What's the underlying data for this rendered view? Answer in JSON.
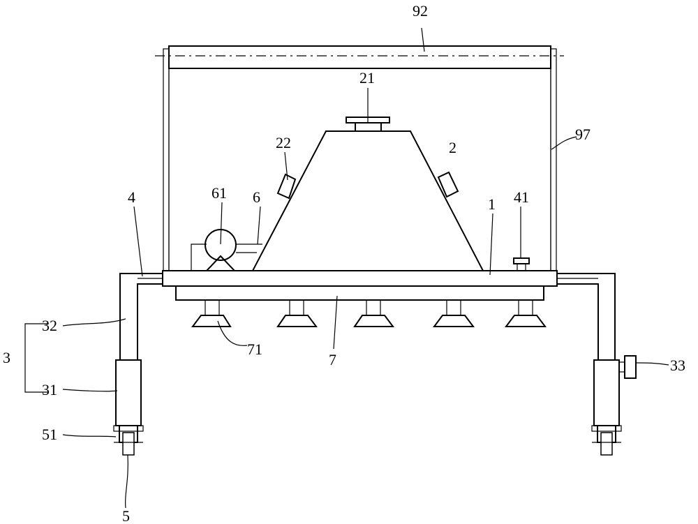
{
  "labels": {
    "n92": "92",
    "n21": "21",
    "n97": "97",
    "n22": "22",
    "n2": "2",
    "n61": "61",
    "n6": "6",
    "n4": "4",
    "n1": "1",
    "n41": "41",
    "n32": "32",
    "n3": "3",
    "n31": "31",
    "n71": "71",
    "n7": "7",
    "n33": "33",
    "n51": "51",
    "n5": "5"
  }
}
